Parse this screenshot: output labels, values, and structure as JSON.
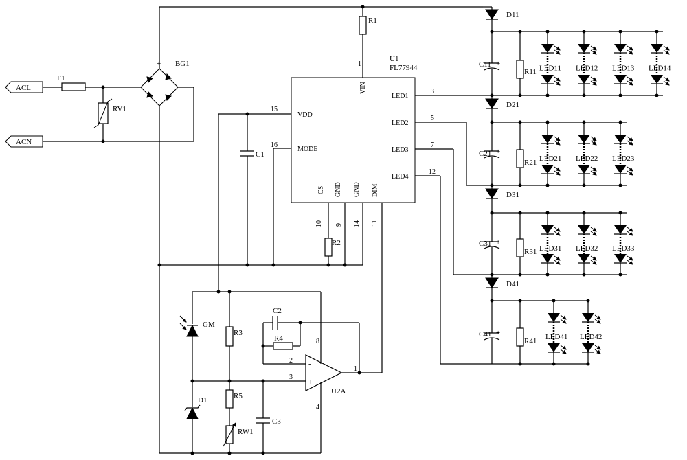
{
  "ports": {
    "acl": "ACL",
    "acn": "ACN"
  },
  "components": {
    "f1": "F1",
    "rv1": "RV1",
    "bg1": "BG1",
    "r1": "R1",
    "u1_ref": "U1",
    "u1_part": "FL77944",
    "c1": "C1",
    "r2": "R2",
    "gm": "GM",
    "d1": "D1",
    "r3": "R3",
    "r5": "R5",
    "rw1": "RW1",
    "c2": "C2",
    "r4": "R4",
    "c3": "C3",
    "u2a": "U2A",
    "d11": "D11",
    "d21": "D21",
    "d31": "D31",
    "d41": "D41",
    "c11": "C11",
    "c21": "C21",
    "c31": "C31",
    "c41": "C41",
    "r11": "R11",
    "r21": "R21",
    "r31": "R31",
    "r41": "R41",
    "led11": "LED11",
    "led12": "LED12",
    "led13": "LED13",
    "led14": "LED14",
    "led21": "LED21",
    "led22": "LED22",
    "led23": "LED23",
    "led31": "LED31",
    "led32": "LED32",
    "led33": "LED33",
    "led41": "LED41",
    "led42": "LED42"
  },
  "ic_pins": {
    "vin": "VIN",
    "vdd": "VDD",
    "mode": "MODE",
    "led1": "LED1",
    "led2": "LED2",
    "led3": "LED3",
    "led4": "LED4",
    "cs": "CS",
    "gnd1": "GND",
    "gnd2": "GND",
    "dim": "DIM"
  },
  "pin_numbers": {
    "vin": "1",
    "vdd": "15",
    "mode": "16",
    "led1": "3",
    "led2": "5",
    "led3": "7",
    "led4": "12",
    "cs": "10",
    "gnd1": "9",
    "gnd2": "14",
    "dim": "11"
  },
  "opamp_pins": {
    "p8": "8",
    "p2": "2",
    "p3": "3",
    "p1": "1",
    "p4": "4"
  },
  "polarity": {
    "plus": "+",
    "minus": "-"
  }
}
